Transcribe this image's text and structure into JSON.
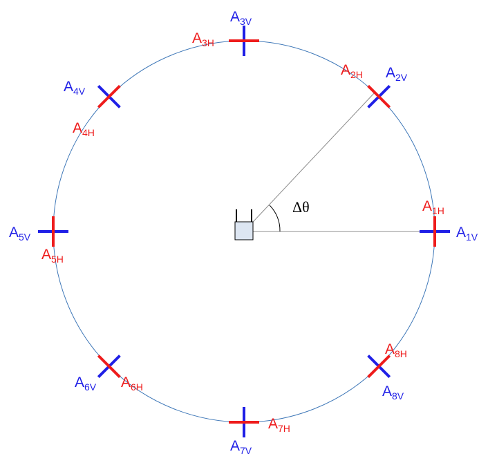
{
  "colors": {
    "circle": "#3f78b8",
    "radial_line": "#8c8c8c",
    "horizontal": "#ee1c1c",
    "vertical": "#1f1fe6",
    "receiver_fill": "#dde6f2"
  },
  "angle_label": "Δθ",
  "antennas": [
    {
      "index": 1,
      "v_label": {
        "main": "A",
        "sub": "1V"
      },
      "h_label": {
        "main": "A",
        "sub": "1H"
      }
    },
    {
      "index": 2,
      "v_label": {
        "main": "A",
        "sub": "2V"
      },
      "h_label": {
        "main": "A",
        "sub": "2H"
      }
    },
    {
      "index": 3,
      "v_label": {
        "main": "A",
        "sub": "3V"
      },
      "h_label": {
        "main": "A",
        "sub": "3H"
      }
    },
    {
      "index": 4,
      "v_label": {
        "main": "A",
        "sub": "4V"
      },
      "h_label": {
        "main": "A",
        "sub": "4H"
      }
    },
    {
      "index": 5,
      "v_label": {
        "main": "A",
        "sub": "5V"
      },
      "h_label": {
        "main": "A",
        "sub": "5H"
      }
    },
    {
      "index": 6,
      "v_label": {
        "main": "A",
        "sub": "6V"
      },
      "h_label": {
        "main": "A",
        "sub": "6H"
      }
    },
    {
      "index": 7,
      "v_label": {
        "main": "A",
        "sub": "7V"
      },
      "h_label": {
        "main": "A",
        "sub": "7H"
      }
    },
    {
      "index": 8,
      "v_label": {
        "main": "A",
        "sub": "8V"
      },
      "h_label": {
        "main": "A",
        "sub": "8H"
      }
    }
  ]
}
